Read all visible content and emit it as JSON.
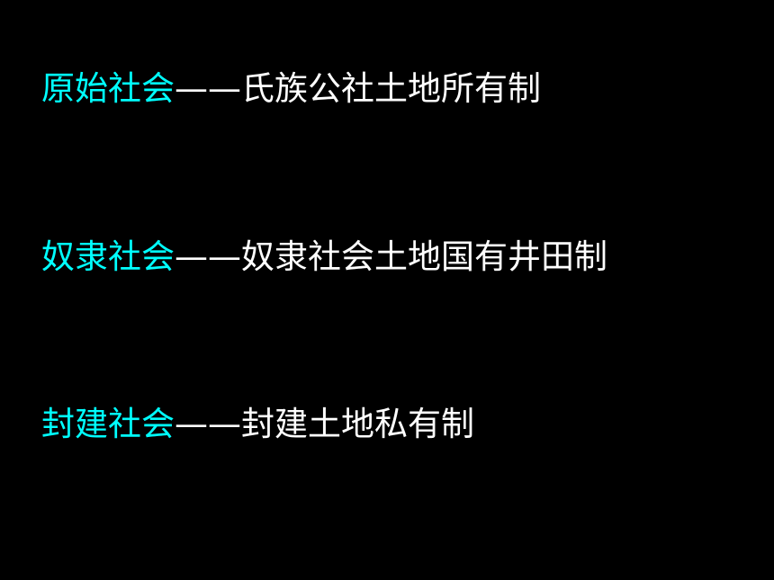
{
  "colors": {
    "background": "#000000",
    "era": "#00ffff",
    "system": "#ffffff"
  },
  "lines": [
    {
      "era": "原始社会",
      "system": "——氏族公社土地所有制"
    },
    {
      "era": "奴隶社会",
      "system": "——奴隶社会土地国有井田制"
    },
    {
      "era": "封建社会",
      "system": "——封建土地私有制"
    }
  ]
}
